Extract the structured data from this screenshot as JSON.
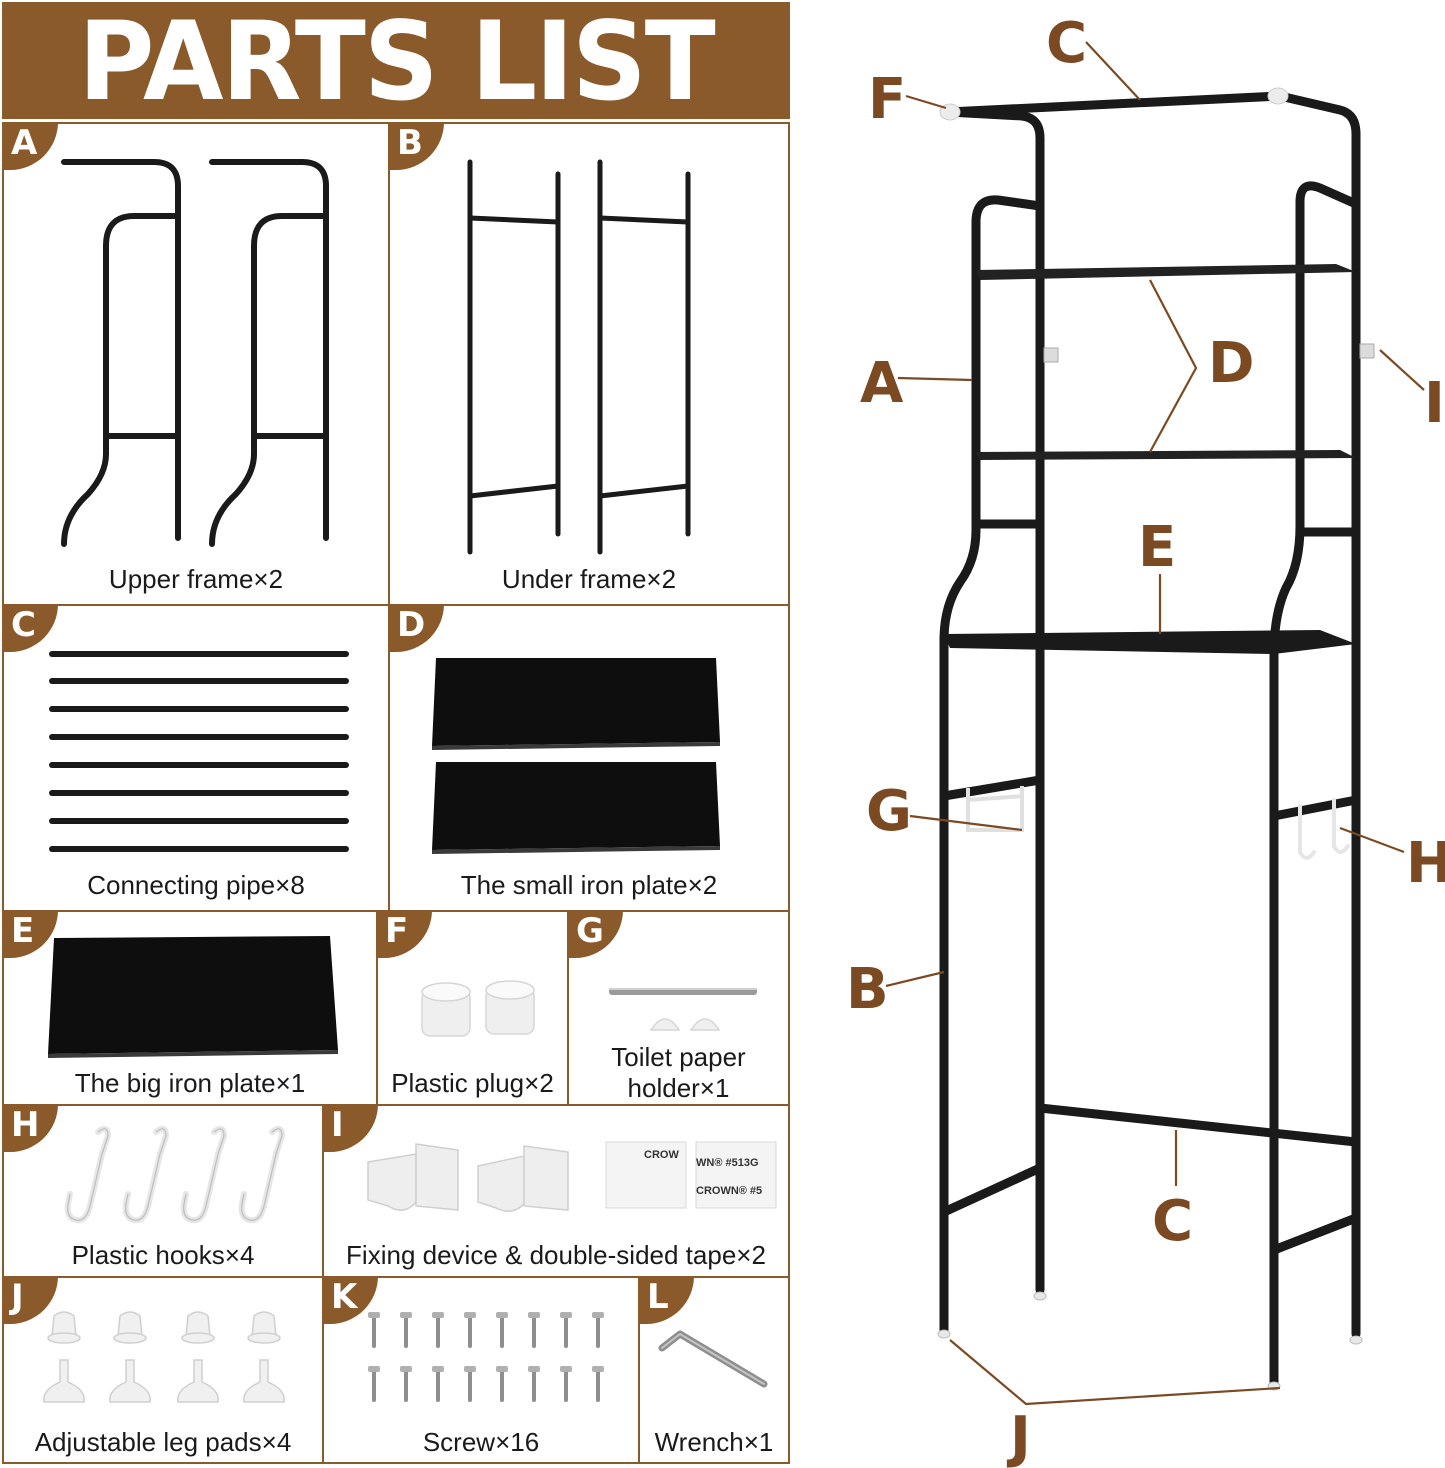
{
  "title": "PARTS LIST",
  "parts": [
    {
      "letter": "A",
      "caption": "Upper frame×2"
    },
    {
      "letter": "B",
      "caption": "Under frame×2"
    },
    {
      "letter": "C",
      "caption": "Connecting pipe×8"
    },
    {
      "letter": "D",
      "caption": "The small iron plate×2"
    },
    {
      "letter": "E",
      "caption": "The big iron plate×1"
    },
    {
      "letter": "F",
      "caption": "Plastic plug×2"
    },
    {
      "letter": "G",
      "caption_line1": "Toilet paper",
      "caption_line2": "holder×1"
    },
    {
      "letter": "H",
      "caption": "Plastic hooks×4"
    },
    {
      "letter": "I",
      "caption": "Fixing device & double-sided tape×2",
      "tape_text_1": "CROW",
      "tape_text_2": "WN® #513G",
      "tape_text_3": "CROWN® #5"
    },
    {
      "letter": "J",
      "caption": "Adjustable leg pads×4"
    },
    {
      "letter": "K",
      "caption": "Screw×16"
    },
    {
      "letter": "L",
      "caption": "Wrench×1"
    }
  ],
  "diagram_labels": [
    "A",
    "B",
    "C",
    "C",
    "D",
    "E",
    "F",
    "G",
    "H",
    "I",
    "J"
  ],
  "colors": {
    "accent": "#8a5a2b",
    "label": "#7b4a22",
    "metal": "#1a1a1a"
  }
}
